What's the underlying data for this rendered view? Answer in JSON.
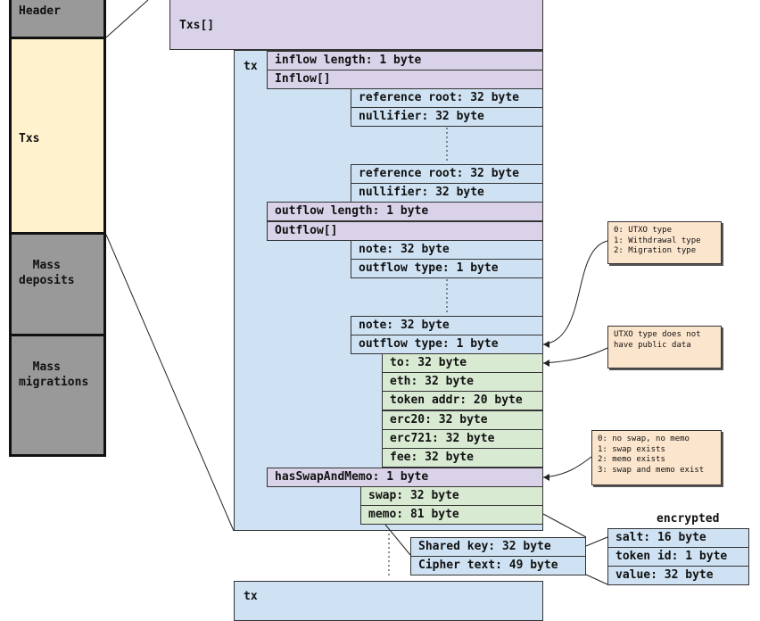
{
  "left_column": {
    "header": "Header",
    "txs": "Txs",
    "mass_deposits": "Mass\ndeposits",
    "mass_migrations": "Mass\nmigrations"
  },
  "txs_array": "Txs[]",
  "tx_label": "tx",
  "tx_label_2": "tx",
  "fields": {
    "inflow_length": "inflow length: 1 byte",
    "inflow": "Inflow[]",
    "ref_root_1": "reference root: 32 byte",
    "nullifier_1": "nullifier: 32 byte",
    "ref_root_2": "reference root: 32 byte",
    "nullifier_2": "nullifier: 32 byte",
    "outflow_length": "outflow length: 1 byte",
    "outflow": "Outflow[]",
    "note_1": "note: 32 byte",
    "outflow_type_1": "outflow type: 1 byte",
    "note_2": "note: 32 byte",
    "outflow_type_2": "outflow type: 1 byte",
    "to": "to: 32 byte",
    "eth": "eth: 32 byte",
    "token_addr": "token addr: 20 byte",
    "erc20": "erc20: 32 byte",
    "erc721": "erc721: 32 byte",
    "fee": "fee: 32 byte",
    "has_swap_and_memo": "hasSwapAndMemo: 1 byte",
    "swap": "swap: 32 byte",
    "memo": "memo: 81 byte",
    "shared_key": "Shared key: 32 byte",
    "cipher_text": "Cipher text: 49 byte",
    "salt": "salt: 16 byte",
    "token_id": "token id: 1 byte",
    "value": "value: 32 byte"
  },
  "encrypted_label": "encrypted",
  "notes": {
    "outflow_types": "0: UTXO type\n1: Withdrawal type\n2: Migration type",
    "utxo_no_public": "UTXO type does not\nhave public data",
    "swap_memo": "0: no swap, no memo\n1: swap exists\n2: memo exists\n3: swap and memo exist"
  },
  "colors": {
    "gray": "#999999",
    "cream": "#fff2cc",
    "purple": "#d9d2e9",
    "blue": "#cfe2f3",
    "green": "#d9ead3",
    "note": "#fce5cd"
  }
}
